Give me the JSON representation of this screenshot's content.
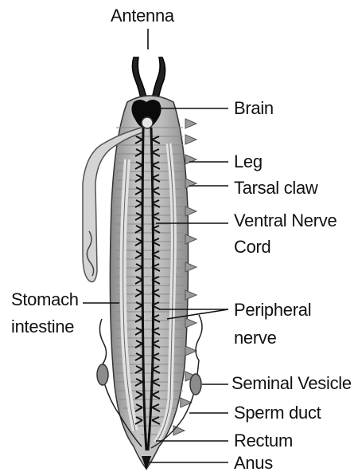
{
  "diagram": {
    "labels": {
      "antenna": "Antenna",
      "brain": "Brain",
      "leg": "Leg",
      "tarsal_claw": "Tarsal claw",
      "ventral_nerve_cord_1": "Ventral Nerve",
      "ventral_nerve_cord_2": "Cord",
      "stomach_intestine_1": "Stomach",
      "stomach_intestine_2": "intestine",
      "peripheral_nerve_1": "Peripheral",
      "peripheral_nerve_2": "nerve",
      "seminal_vesicle": "Seminal Vesicle",
      "sperm_duct": "Sperm duct",
      "rectum": "Rectum",
      "anus": "Anus"
    },
    "colors": {
      "body_fill": "#b9b9b9",
      "body_dark": "#7d7d7d",
      "nerve": "#111111",
      "tube": "#d9d9d9",
      "leader_line": "#111111"
    }
  }
}
